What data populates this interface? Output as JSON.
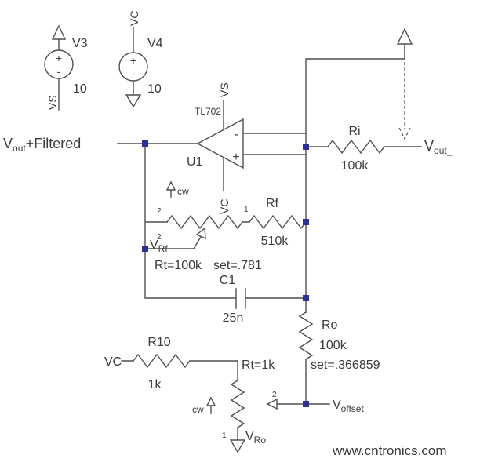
{
  "colors": {
    "wire": "#4f4f4f",
    "node": "#2e3192",
    "text": "#3a3a3a",
    "watermark": "#a4cc52"
  },
  "watermark": "www.cntronics.com",
  "sources": {
    "v3": {
      "ref": "V3",
      "value": "10",
      "plus": "+",
      "minus": "-",
      "net": "VS"
    },
    "v4": {
      "ref": "V4",
      "value": "10",
      "plus": "+",
      "minus": "-",
      "net": "VC"
    }
  },
  "opamp": {
    "ref": "U1",
    "part": "TL702",
    "inverting": "-",
    "noninverting": "+",
    "power_top": "VS",
    "power_bottom": "VC"
  },
  "components": {
    "ri": {
      "ref": "Ri",
      "value": "100k"
    },
    "rf": {
      "ref": "Rf",
      "value": "510k"
    },
    "ro": {
      "ref": "Ro",
      "value": "100k"
    },
    "r10": {
      "ref": "R10",
      "value": "1k"
    },
    "c1": {
      "ref": "C1",
      "value": "25n"
    }
  },
  "pots": {
    "rf": {
      "rt": "Rt=100k",
      "set": "set=.781",
      "cw": "cw",
      "pin1": "1",
      "pin2": "2",
      "wiper": "2"
    },
    "ro": {
      "rt": "Rt=1k",
      "set": "set=.366859",
      "cw": "cw",
      "pin1": "1",
      "wiper": "2"
    }
  },
  "nets": {
    "vout_filtered": {
      "base": "V",
      "sub": "out",
      "rest": "+Filtered"
    },
    "vout": {
      "base": "V",
      "sub": "out_"
    },
    "vrf": {
      "base": "V",
      "sub": "Rf"
    },
    "voffset": {
      "base": "V",
      "sub": "offset"
    },
    "vro": {
      "base": "V",
      "sub": "Ro"
    },
    "vc_input": "VC"
  }
}
